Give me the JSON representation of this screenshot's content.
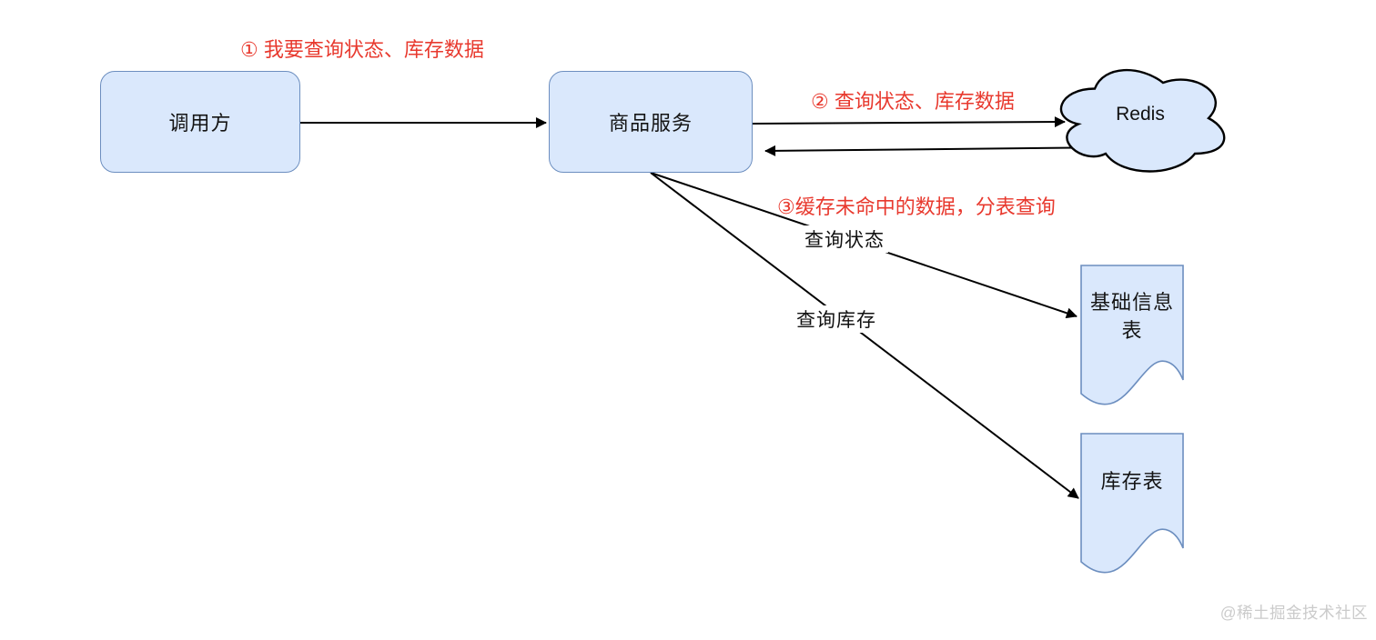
{
  "diagram": {
    "nodes": {
      "caller": {
        "label": "调用方"
      },
      "product_service": {
        "label": "商品服务"
      },
      "redis": {
        "label": "Redis"
      },
      "basic_info_table": {
        "label": "基础信息表"
      },
      "inventory_table": {
        "label": "库存表"
      }
    },
    "annotations": {
      "step1": "① 我要查询状态、库存数据",
      "step2": "② 查询状态、库存数据",
      "step3": "③缓存未命中的数据，分表查询"
    },
    "edge_labels": {
      "query_status": "查询状态",
      "query_inventory": "查询库存"
    },
    "watermark": "@稀土掘金技术社区",
    "colors": {
      "node_fill": "#dae8fc",
      "node_border": "#6c8ebf",
      "cloud_border": "#000000",
      "line": "#000000",
      "annotation_red": "#e8392e",
      "watermark_gray": "#cbcbcb"
    }
  }
}
